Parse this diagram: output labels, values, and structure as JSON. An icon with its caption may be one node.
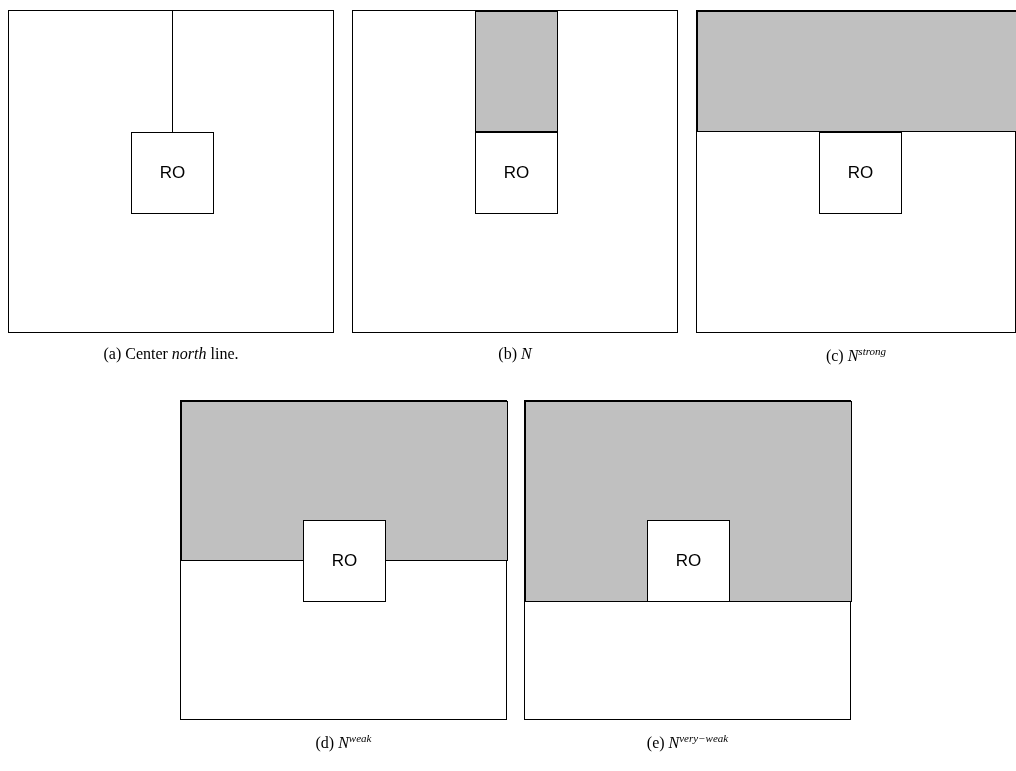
{
  "diagram": {
    "nodes": [
      {
        "text": [],
        "shape": "box",
        "beside": [
          "(a) Center *north* line."
        ]
      },
      {
        "text": [
          "RO"
        ],
        "in": 0
      },
      {
        "text": [],
        "shape": "box",
        "beside": [
          "(b) *N*"
        ]
      },
      {
        "text": [],
        "shape": "box",
        "in": 2
      },
      {
        "text": [
          "RO"
        ],
        "in": 2
      },
      {
        "text": [],
        "shape": "box",
        "beside": [
          "(c) *N*$^{strong}$"
        ]
      },
      {
        "text": [],
        "shape": "box",
        "in": 5
      },
      {
        "text": [
          "RO"
        ],
        "in": 5
      },
      {
        "text": [],
        "shape": "box",
        "beside": [
          "(d) *N*$^{weak}$"
        ]
      },
      {
        "text": [],
        "shape": "box",
        "in": 8
      },
      {
        "text": [
          "RO"
        ],
        "in": 8
      },
      {
        "text": [],
        "shape": "box",
        "beside": [
          "(e) *N*$^{very−weak}$"
        ]
      },
      {
        "text": [],
        "shape": "box",
        "in": 11
      },
      {
        "text": [
          "RO"
        ],
        "in": 12
      }
    ],
    "edges": [
      {
        "from": 1,
        "to": 0,
        "arrow": "none"
      }
    ]
  }
}
